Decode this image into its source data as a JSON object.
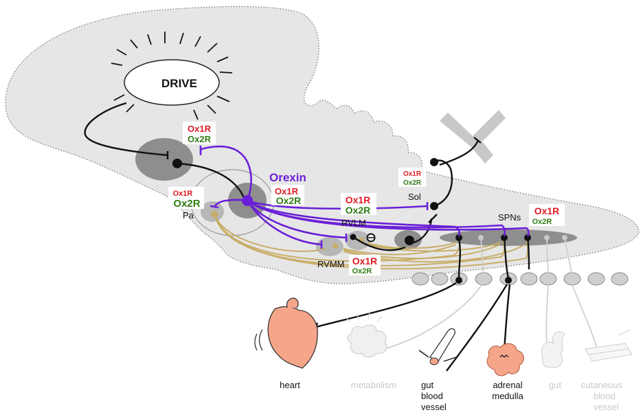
{
  "colors": {
    "brain_fill": "#e6e6e6",
    "nucleus_dark": "#8e8e8e",
    "nucleus_light": "#b7b7b7",
    "orexin_purple": "#6a1fd6",
    "pathway_tan": "#c9ae6a",
    "black_neuron": "#111111",
    "ox1r_red": "#e01b24",
    "ox2r_green": "#2f7d12",
    "heart_fill": "#f4a58a",
    "faded_organ": "#d2d2d2",
    "faded_text": "#c8c8c8"
  },
  "labels": {
    "drive": "DRIVE",
    "orexin": "Orexin",
    "pa": "Pa",
    "rvlm": "RVLM",
    "rvmm": "RVMM",
    "sol": "Sol",
    "spns": "SPNs"
  },
  "receptor_boxes": [
    {
      "ox1r": "Ox1R",
      "ox2r": "Ox2R"
    },
    {
      "ox1r": "Ox1R",
      "ox2r": "Ox2R"
    },
    {
      "ox1r": "Ox1R",
      "ox2r": "Ox2R"
    },
    {
      "ox1r": "Ox1R",
      "ox2r": "Ox2R"
    },
    {
      "ox1r": "Ox1R",
      "ox2r": "Ox2R"
    },
    {
      "ox1r": "Ox1R",
      "ox2r": "Ox2R"
    },
    {
      "ox1r": "Ox1R",
      "ox2r": "Ox2R"
    }
  ],
  "targets": {
    "heart": "heart",
    "metabolism": "metabolism",
    "gut_blood_vessel": [
      "gut",
      "blood",
      "vessel"
    ],
    "adrenal_medulla": [
      "adrenal",
      "medulla"
    ],
    "gut": "gut",
    "cutaneous_blood_vessel": [
      "cutaneous",
      "blood",
      "vessel"
    ]
  },
  "icons": [
    "sun-burst-icon",
    "heart-icon",
    "metabolism-icon",
    "blood-vessel-icon",
    "adrenal-icon",
    "gut-icon",
    "cutaneous-vessel-icon",
    "muscle-y-icon"
  ]
}
